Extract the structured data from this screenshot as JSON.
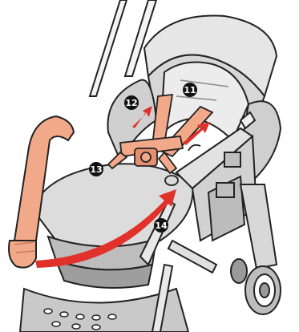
{
  "colors": {
    "outline": "#222222",
    "fabric_light": "#e6e6e6",
    "fabric_mid": "#cfcfcf",
    "fabric_dark": "#a9a9a9",
    "strap": "#f2a98a",
    "strap_dark": "#d98566",
    "arrow": "#e0322b",
    "badge": "#111111",
    "frame": "#d9d9d9"
  },
  "callouts": [
    {
      "id": "11",
      "label": "⓫"
    },
    {
      "id": "12",
      "label": "⓬"
    },
    {
      "id": "13",
      "label": "⓭"
    },
    {
      "id": "14",
      "label": "⓮"
    }
  ],
  "icons": {
    "arrow": "red-arrow-icon",
    "wheel": "wheel-icon"
  }
}
